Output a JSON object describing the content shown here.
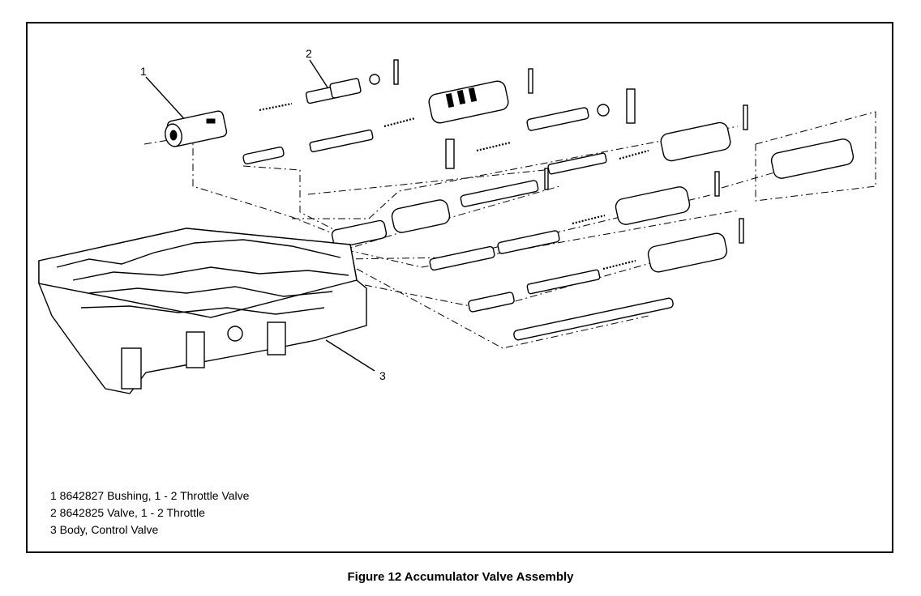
{
  "callouts": {
    "c1": "1",
    "c2": "2",
    "c3": "3"
  },
  "legend": [
    "1  8642827 Bushing, 1 - 2 Throttle Valve",
    "2  8642825 Valve, 1 - 2 Throttle",
    "3  Body, Control Valve"
  ],
  "caption": "Figure 12 Accumulator Valve Assembly"
}
